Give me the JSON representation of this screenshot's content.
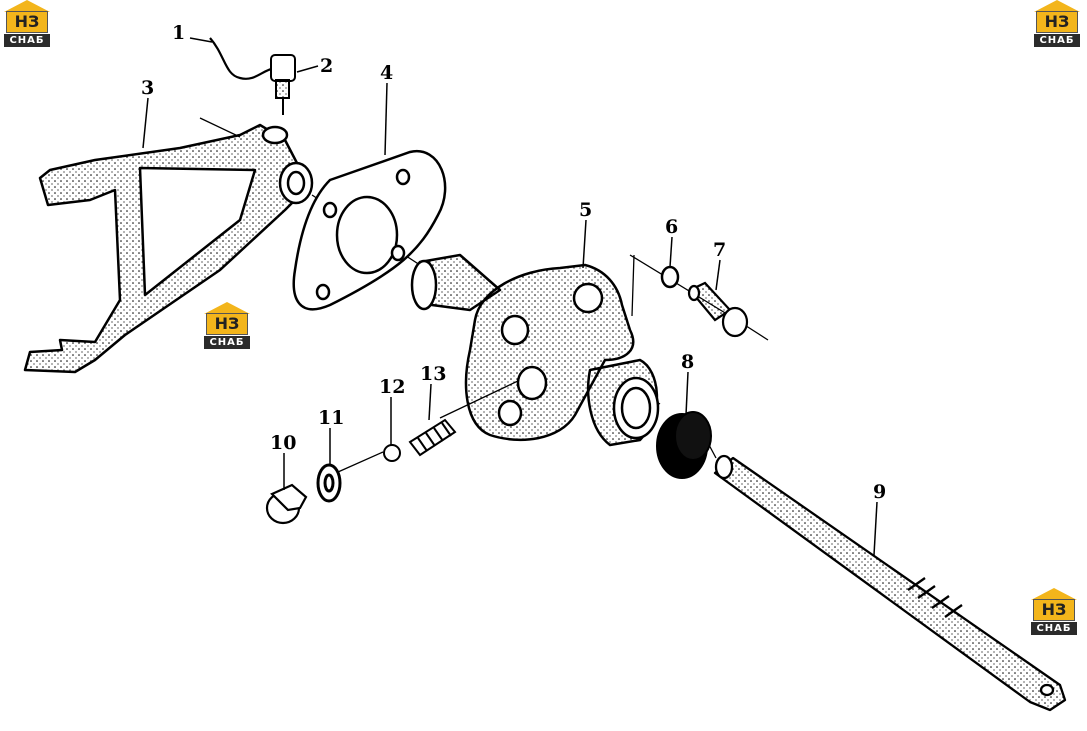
{
  "brand": {
    "logo_main": "НЗ",
    "logo_sub": "СНАБ"
  },
  "callouts": [
    {
      "id": "1",
      "label": "1"
    },
    {
      "id": "2",
      "label": "2"
    },
    {
      "id": "3",
      "label": "3"
    },
    {
      "id": "4",
      "label": "4"
    },
    {
      "id": "5",
      "label": "5"
    },
    {
      "id": "6",
      "label": "6"
    },
    {
      "id": "7",
      "label": "7"
    },
    {
      "id": "8",
      "label": "8"
    },
    {
      "id": "9",
      "label": "9"
    },
    {
      "id": "10",
      "label": "10"
    },
    {
      "id": "11",
      "label": "11"
    },
    {
      "id": "12",
      "label": "12"
    },
    {
      "id": "13",
      "label": "13"
    }
  ],
  "colors": {
    "ink": "#000000",
    "logo_yellow": "#f3b51b",
    "logo_dark": "#2b2b2b"
  }
}
